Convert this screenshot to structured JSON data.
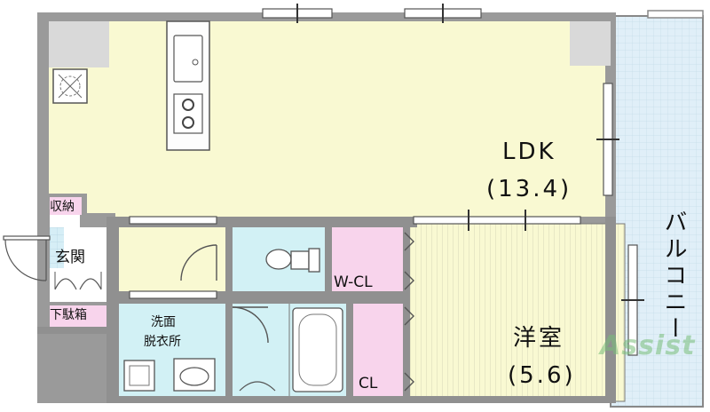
{
  "rooms": {
    "ldk": {
      "name": "LDK",
      "size": "(13.4)"
    },
    "western_room": {
      "name": "洋室",
      "size": "(5.6)"
    },
    "walk_in_closet": "W-CL",
    "closet": "CL",
    "entrance": "玄関",
    "storage": "収納",
    "shoe_box": "下駄箱",
    "washroom_line1": "洗面",
    "washroom_line2": "脱衣所",
    "balcony": "バルコニー"
  },
  "watermark": "Assist",
  "colors": {
    "ldk": "#f9f9d2",
    "western_room": "#f9f9d2",
    "closet": "#f8d4ec",
    "wet_area": "#d2f1f5",
    "balcony": "#e0eff8",
    "wall": "#909090",
    "floor_gray": "#d9d9d9"
  }
}
